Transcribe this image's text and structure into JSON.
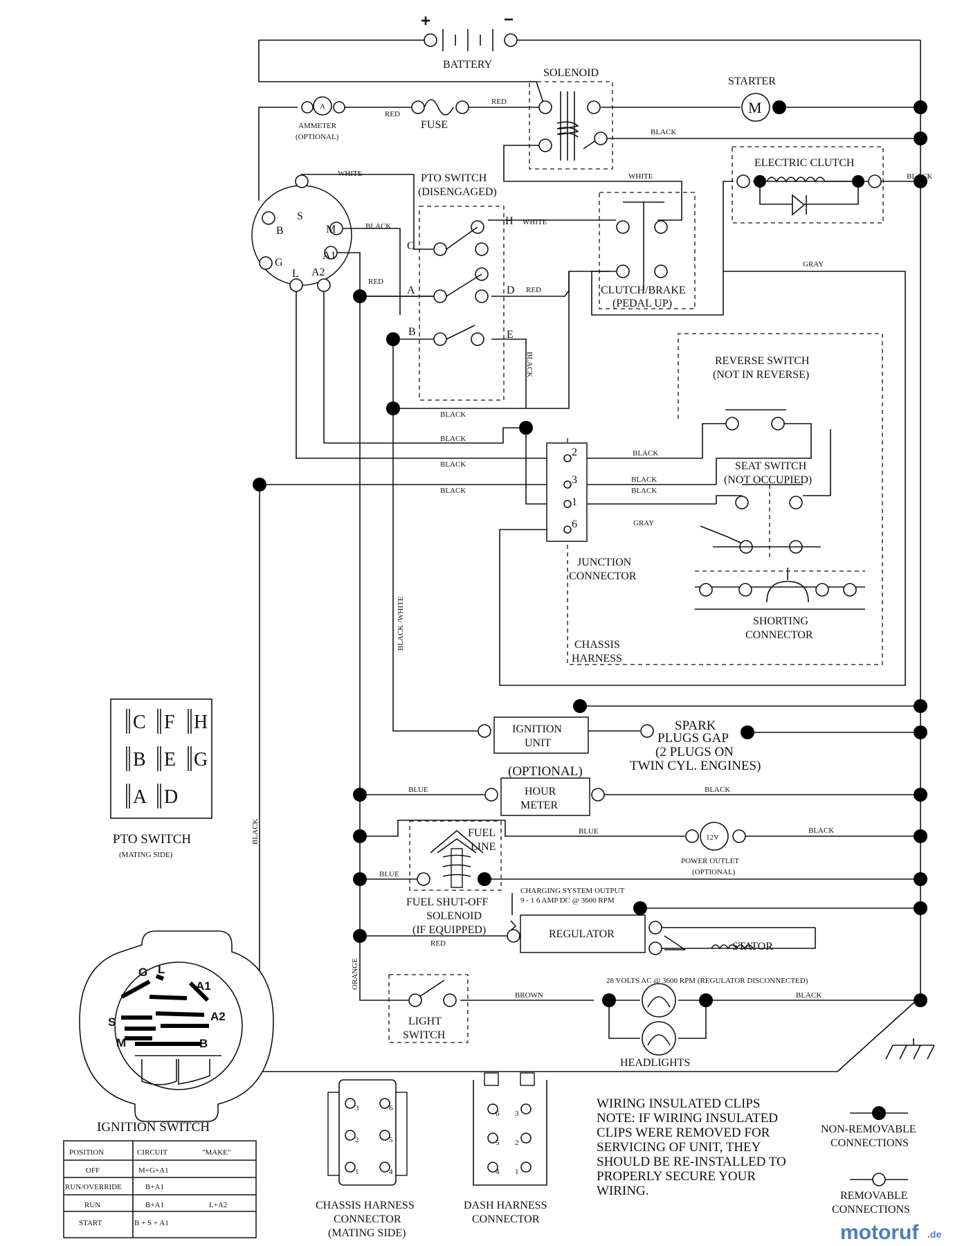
{
  "components": {
    "battery": "BATTERY",
    "battery_plus": "+",
    "battery_minus": "−",
    "solenoid": "SOLENOID",
    "starter": "STARTER",
    "starter_symbol": "M",
    "ammeter_letter": "A",
    "ammeter": "AMMETER",
    "ammeter_optional": "(OPTIONAL)",
    "fuse": "FUSE",
    "electric_clutch": "ELECTRIC CLUTCH",
    "pto_switch_line1": "PTO SWITCH",
    "pto_switch_line2": "(DISENGAGED)",
    "clutch_brake_line1": "CLUTCH/BRAKE",
    "clutch_brake_line2": "(PEDAL UP)",
    "reverse_switch_line1": "REVERSE SWITCH",
    "reverse_switch_line2": "(NOT IN REVERSE)",
    "seat_switch_line1": "SEAT SWITCH",
    "seat_switch_line2": "(NOT OCCUPIED)",
    "junction_line1": "JUNCTION",
    "junction_line2": "CONNECTOR",
    "shorting_line1": "SHORTING",
    "shorting_line2": "CONNECTOR",
    "chassis_harness_line1": "CHASSIS",
    "chassis_harness_line2": "HARNESS",
    "ignition_unit_line1": "IGNITION",
    "ignition_unit_line2": "UNIT",
    "spark_line1": "SPARK",
    "spark_line2": "PLUGS GAP",
    "spark_line3": "(2 PLUGS ON",
    "spark_line4": "TWIN CYL. ENGINES)",
    "hour_meter_optional": "(OPTIONAL)",
    "hour_meter_line1": "HOUR",
    "hour_meter_line2": "METER",
    "fuel_line_line1": "FUEL",
    "fuel_line_line2": "LINE",
    "power_outlet_symbol": "12V",
    "power_outlet_line1": "POWER OUTLET",
    "power_outlet_line2": "(OPTIONAL)",
    "fuel_shutoff_line1": "FUEL SHUT-OFF",
    "fuel_shutoff_line2": "SOLENOID",
    "fuel_shutoff_line3": "(IF EQUIPPED)",
    "charging_line1": "CHARGING SYSTEM OUTPUT",
    "charging_line2": "9 - 1 6 AMP DC @ 3600 RPM",
    "regulator": "REGULATOR",
    "stator": "STATOR",
    "stator_ac_note": "28 VOLTS AC @ 3600 RPM (REGULATOR DISCONNECTED)",
    "light_switch_line1": "LIGHT",
    "light_switch_line2": "SWITCH",
    "headlights": "HEADLIGHTS"
  },
  "terminals": {
    "ignition": [
      "S",
      "B",
      "M",
      "A1",
      "G",
      "L",
      "A2"
    ],
    "pto_switch": [
      "C",
      "H",
      "A",
      "D",
      "B",
      "E"
    ],
    "junction": [
      "2",
      "3",
      "1",
      "6"
    ]
  },
  "wire_colors": {
    "red": "RED",
    "black": "BLACK",
    "white": "WHITE",
    "gray": "GRAY",
    "blue": "BLUE",
    "brown": "BROWN",
    "orange": "ORANGE",
    "black_white": "BLACK /WHITE"
  },
  "pto_mating": {
    "title": "PTO SWITCH",
    "subtitle": "(MATING SIDE)",
    "rows": [
      [
        "C",
        "F",
        "H"
      ],
      [
        "B",
        "E",
        "G"
      ],
      [
        "A",
        "D"
      ]
    ]
  },
  "ignition_switch": {
    "title": "IGNITION SWITCH",
    "connector_letters": [
      "G",
      "L",
      "A1",
      "A2",
      "S",
      "M",
      "B"
    ],
    "table_headers": [
      "POSITION",
      "CIRCUIT",
      "\"MAKE\""
    ],
    "rows": [
      [
        "OFF",
        "M+G+A1",
        ""
      ],
      [
        "RUN/OVERRIDE",
        "B+A1",
        ""
      ],
      [
        "RUN",
        "B+A1",
        "L+A2"
      ],
      [
        "START",
        "B + S + A1",
        ""
      ]
    ]
  },
  "chassis_harness_connector": {
    "line1": "CHASSIS HARNESS",
    "line2": "CONNECTOR",
    "line3": "(MATING SIDE)",
    "pins": [
      "3",
      "6",
      "2",
      "5",
      "1",
      "4"
    ]
  },
  "dash_harness_connector": {
    "line1": "DASH HARNESS",
    "line2": "CONNECTOR",
    "pins": [
      "6",
      "3",
      "5",
      "2",
      "4",
      "1"
    ]
  },
  "notes": {
    "lines": [
      "WIRING INSULATED CLIPS",
      "NOTE:  IF WIRING INSULATED",
      "CLIPS WERE REMOVED FOR",
      "SERVICING OF UNIT, THEY",
      "SHOULD BE RE-INSTALLED TO",
      "PROPERLY SECURE YOUR",
      "WIRING."
    ]
  },
  "legend": {
    "non_removable_line1": "NON-REMOVABLE",
    "non_removable_line2": "CONNECTIONS",
    "removable_line1": "REMOVABLE",
    "removable_line2": "CONNECTIONS"
  },
  "watermark": {
    "main": "motoruf",
    "suffix": ".de"
  }
}
